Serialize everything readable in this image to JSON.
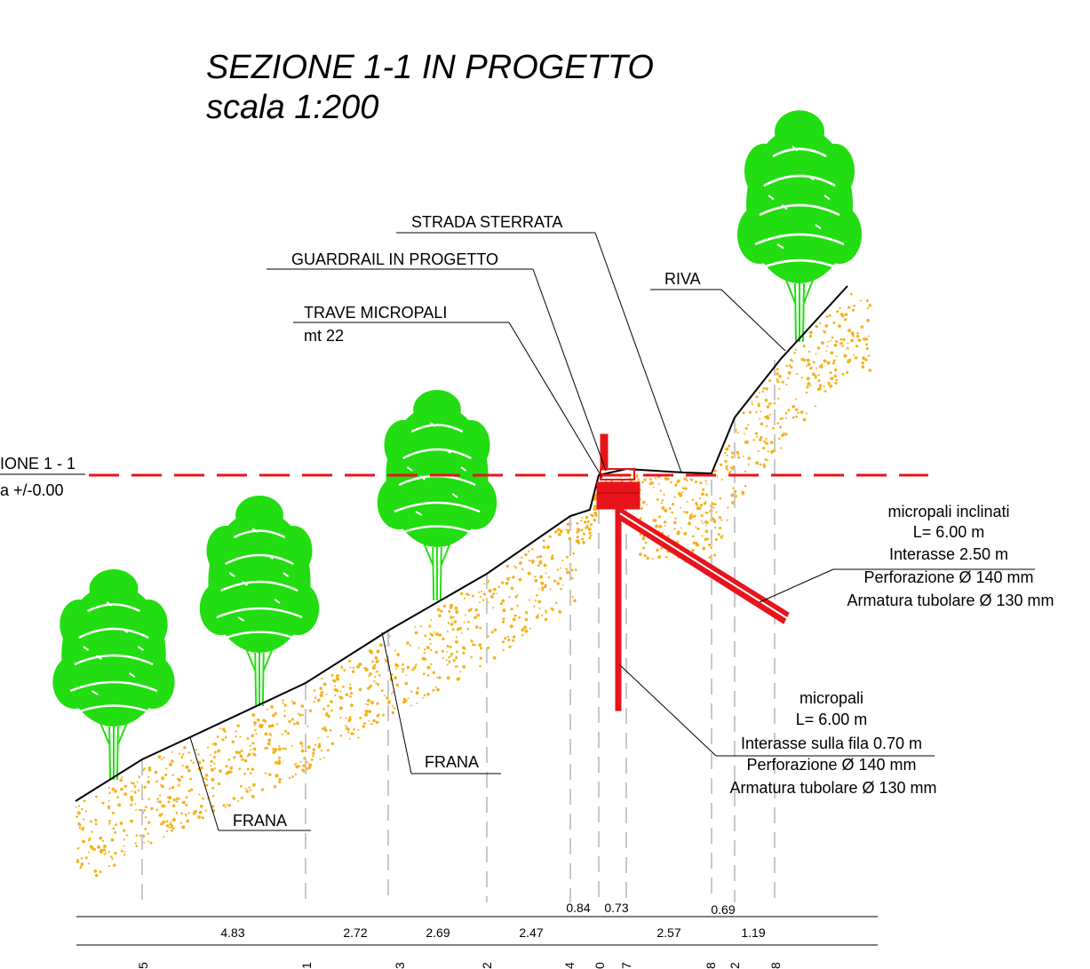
{
  "title": {
    "line1": "SEZIONE 1-1 IN PROGETTO",
    "line2": "scala 1:200"
  },
  "section_ref": {
    "line1": "IONE 1 - 1",
    "line2": "a +/-0.00"
  },
  "labels": {
    "strada": "STRADA STERRATA",
    "guardrail": "GUARDRAIL IN PROGETTO",
    "trave": "TRAVE MICROPALI",
    "trave_len": "mt 22",
    "riva": "RIVA",
    "frana_1": "FRANA",
    "frana_2": "FRANA"
  },
  "micropali_inclinati": {
    "line1": "micropali inclinati",
    "line2": "L= 6.00 m",
    "line3": "Interasse 2.50 m",
    "line4": "Perforazione Ø 140 mm",
    "line5": "Armatura tubolare Ø 130 mm"
  },
  "micropali": {
    "line1": "micropali",
    "line2": "L= 6.00 m",
    "line3": "Interasse sulla fila 0.70 m",
    "line4": "Perforazione Ø 140 mm",
    "line5": "Armatura tubolare Ø 130 mm"
  },
  "dimensions_upper": [
    "0.84",
    "0.73",
    "0.69"
  ],
  "dimensions_lower": [
    "4.83",
    "2.72",
    "2.69",
    "2.47",
    "2.57",
    "1.19"
  ],
  "station_fragments": [
    "5",
    "1",
    "3",
    "2",
    "4",
    "0",
    "7",
    "8",
    "2",
    "8"
  ],
  "colors": {
    "project": "#e8141b",
    "soil": "#f5b21c",
    "tree": "#22dd11",
    "guide": "#c8c8c8"
  }
}
